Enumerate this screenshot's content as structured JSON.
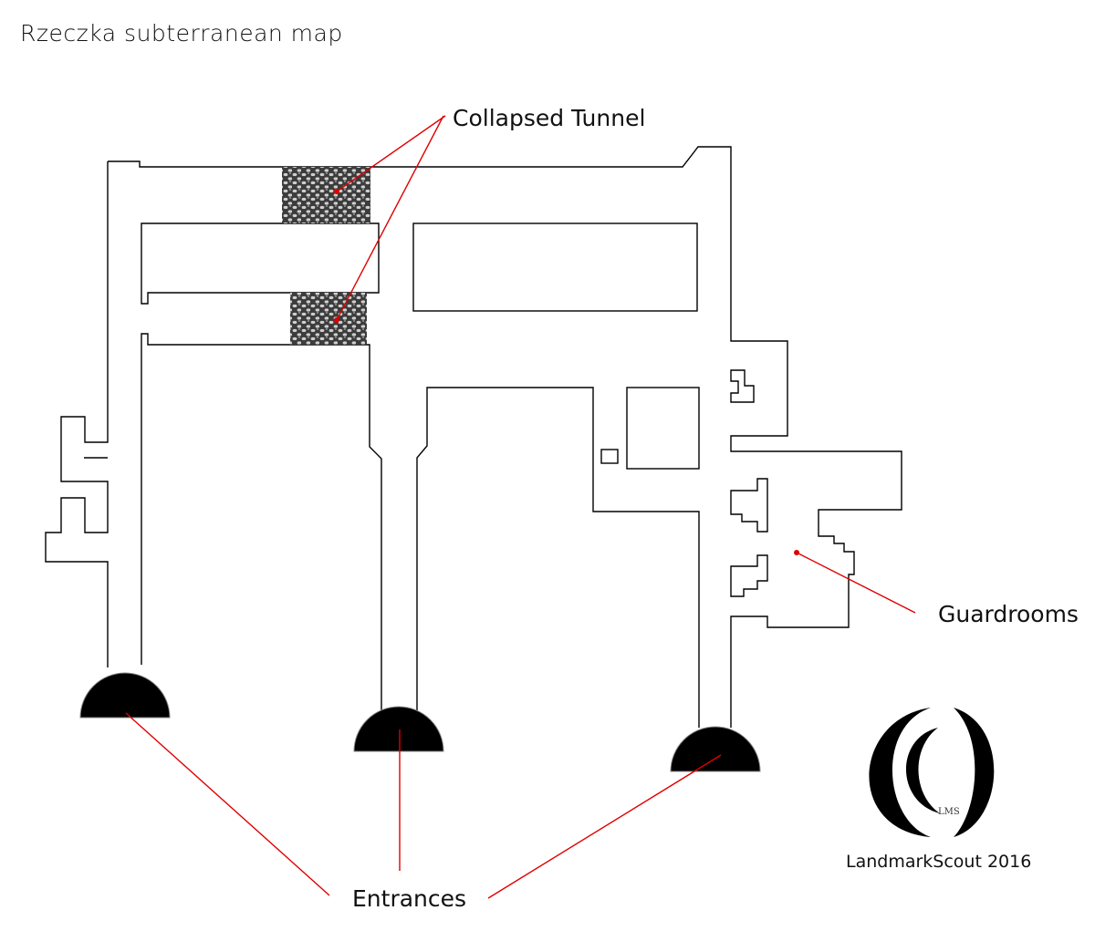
{
  "title": "Rzeczka subterranean map",
  "labels": {
    "collapsed_tunnel": "Collapsed Tunnel",
    "guardrooms": "Guardrooms",
    "entrances": "Entrances"
  },
  "logo": {
    "monogram": "LMS",
    "credit": "LandmarkScout 2016"
  },
  "colors": {
    "lines": "#000000",
    "leaders": "#e00000",
    "entrances_fill": "#000000",
    "background": "#ffffff"
  }
}
